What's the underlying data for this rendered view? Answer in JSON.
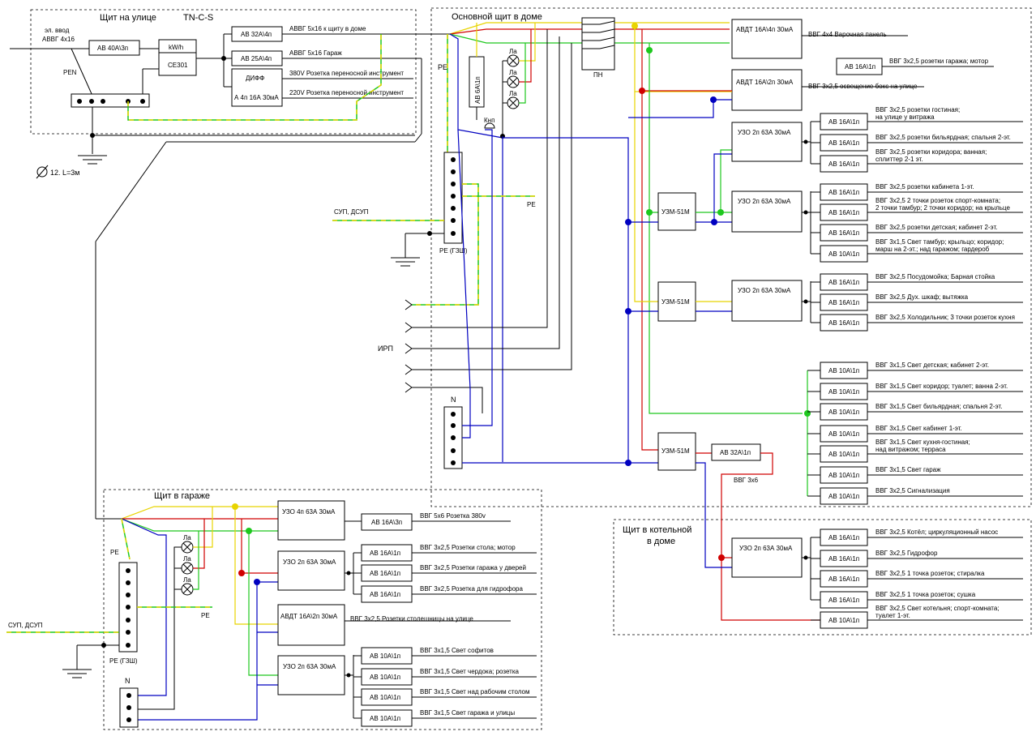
{
  "zones": {
    "street": "Щит на улице",
    "street_system": "TN-C-S",
    "house": "Основной щит в доме",
    "garage": "Щит в гараже",
    "boiler_line1": "Щит в котельной",
    "boiler_line2": "в доме"
  },
  "street": {
    "input_line1": "эл. ввод",
    "input_line2": "АВВГ 4x16",
    "pen": "PEN",
    "main_breaker": "АВ 40А\\3п",
    "meter_unit": "kW/h",
    "meter_model": "CE301",
    "breakers": [
      {
        "label": "АВ 32А\\4п",
        "line": "АВВГ 5x16 к щиту в доме"
      },
      {
        "label": "АВ 25А\\4п",
        "line": "АВВГ 5x16 Гараж"
      }
    ],
    "diff_title": "ДИФФ",
    "diff_label": "А 4п 16А 30мА",
    "diff_lines": [
      "380V Розетка переносной инструмент",
      "220V Розетка переносной инструмент"
    ],
    "ground": "12. L=3м"
  },
  "house": {
    "pe_label": "PE",
    "pn": "ПН",
    "av6": "АВ 6А\\1п",
    "kn": "Кнп",
    "lamp": "Ла",
    "gzsh": "PE (ГЗШ)",
    "sup": "СУП, ДСУП",
    "pe_right": "PE",
    "irp": "ИРП",
    "n_label": "N",
    "avdt1_label": "АВДТ 16А\\4п 30мА",
    "avdt1_line": "ВВГ 4x4 Варочная панель",
    "avdt2_label": "АВДТ 16А\\2п 30мА",
    "avdt2_line": "ВВГ 3x2,5 освещение бокс на улице",
    "garage_av": "АВ 16А\\1п",
    "garage_av_line": "ВВГ 3x2,5 розетки гаража; мотор",
    "uzm": "УЗМ-51М",
    "rcd1": "УЗО 2п 63А 30мА",
    "rcd1_rows": [
      {
        "av": "АВ 16А\\1п",
        "l1": "ВВГ 3x2,5 розетки гостиная;",
        "l2": "на улице у витража"
      },
      {
        "av": "АВ 16А\\1п",
        "l1": "ВВГ 3x2,5 розетки бильярдная; спальня 2-эт.",
        "l2": ""
      },
      {
        "av": "АВ 16А\\1п",
        "l1": "ВВГ 3x2,5 розетки коридора; ванная;",
        "l2": "сплиттер 2-1 эт."
      }
    ],
    "rcd2": "УЗО 2п 63А 30мА",
    "rcd2_rows": [
      {
        "av": "АВ 16А\\1п",
        "l1": "ВВГ 3x2,5 розетки кабинета 1-эт.",
        "l2": ""
      },
      {
        "av": "АВ 16А\\1п",
        "l1": "ВВГ 3x2,5 2 точки розеток спорт-комната;",
        "l2": "2 точки тамбур; 2 точки коридор; на крыльце"
      },
      {
        "av": "АВ 16А\\1п",
        "l1": "ВВГ 3x2,5 розетки детская; кабинет 2-эт.",
        "l2": ""
      },
      {
        "av": "АВ 10А\\1п",
        "l1": "ВВГ 3x1,5 Свет тамбур; крыльцо; коридор;",
        "l2": "марш на 2-эт.; над гаражом; гардероб"
      }
    ],
    "rcd3": "УЗО 2п 63А 30мА",
    "rcd3_rows": [
      {
        "av": "АВ 16А\\1п",
        "l1": "ВВГ 3x2,5 Посудомойка; Барная стойка",
        "l2": ""
      },
      {
        "av": "АВ 16А\\1п",
        "l1": "ВВГ 3x2,5 Дух. шкаф; вытяжка",
        "l2": ""
      },
      {
        "av": "АВ 16А\\1п",
        "l1": "ВВГ 3x2,5 Холодильник; 3 точки розеток кухня",
        "l2": ""
      }
    ],
    "lights": [
      {
        "av": "АВ 10А\\1п",
        "l1": "ВВГ 3x1,5 Свет детская; кабинет 2-эт.",
        "l2": ""
      },
      {
        "av": "АВ 10А\\1п",
        "l1": "ВВГ 3x1,5 Свет коридор; туалет; ванна 2-эт.",
        "l2": ""
      },
      {
        "av": "АВ 10А\\1п",
        "l1": "ВВГ 3x1,5 Свет бильярдная; спальня 2-эт.",
        "l2": ""
      },
      {
        "av": "АВ 10А\\1п",
        "l1": "ВВГ 3x1,5 Свет кабинет 1-эт.",
        "l2": ""
      },
      {
        "av": "АВ 10А\\1п",
        "l1": "ВВГ 3x1,5 Свет кухня-гостиная;",
        "l2": "над витражом; терраса"
      },
      {
        "av": "АВ 10А\\1п",
        "l1": "ВВГ 3x1,5 Свет гараж",
        "l2": ""
      },
      {
        "av": "АВ 10А\\1п",
        "l1": "ВВГ 3x2,5 Сигнализация",
        "l2": ""
      }
    ],
    "av32": "АВ 32А\\1п",
    "vvg36": "ВВГ 3x6"
  },
  "boiler": {
    "rcd": "УЗО 2п 63А 30мА",
    "rows": [
      {
        "av": "АВ 16А\\1п",
        "l1": "ВВГ 3x2,5 Котёл; циркуляционный насос",
        "l2": ""
      },
      {
        "av": "АВ 16А\\1п",
        "l1": "ВВГ 3x2,5 Гидрофор",
        "l2": ""
      },
      {
        "av": "АВ 16А\\1п",
        "l1": "ВВГ 3x2,5 1 точка розеток; стиралка",
        "l2": ""
      },
      {
        "av": "АВ 16А\\1п",
        "l1": "ВВГ 3x2,5 1 точка розеток; сушка",
        "l2": ""
      },
      {
        "av": "АВ 10А\\1п",
        "l1": "ВВГ 3x2,5 Свет котельня; спорт-комната;",
        "l2": "туалет 1-эт."
      }
    ]
  },
  "garage": {
    "pe_label": "PE",
    "pe_right": "PE",
    "gzsh": "PE (ГЗШ)",
    "sup": "СУП, ДСУП",
    "n_label": "N",
    "lamp": "Ла",
    "rcd4": "УЗО 4п 63А 30мА",
    "rcd4_av": "АВ 16А\\3п",
    "rcd4_line": "ВВГ 5x6 Розетка 380v",
    "rcd5": "УЗО 2п 63А 30мА",
    "rcd5_rows": [
      {
        "av": "АВ 16А\\1п",
        "l1": "ВВГ 3x2,5 Розетки стола; мотор"
      },
      {
        "av": "АВ 16А\\1п",
        "l1": "ВВГ 3x2,5 Розетки гаража у дверей"
      },
      {
        "av": "АВ 16А\\1п",
        "l1": "ВВГ 3x2,5 Розетка для гидрофора"
      }
    ],
    "avdt": "АВДТ 16А\\2п 30мА",
    "avdt_line": "ВВГ 3x2,5 Розетки столешницы на улице",
    "rcd6": "УЗО 2п 63А 30мА",
    "rcd6_rows": [
      {
        "av": "АВ 10А\\1п",
        "l1": "ВВГ 3x1,5 Свет софитов"
      },
      {
        "av": "АВ 10А\\1п",
        "l1": "ВВГ 3x1,5 Свет чердока; розетка"
      },
      {
        "av": "АВ 10А\\1п",
        "l1": "ВВГ 3x1,5 Свет над рабочим столом"
      },
      {
        "av": "АВ 10А\\1п",
        "l1": "ВВГ 3x1,5 Свет гаража и улицы"
      }
    ]
  },
  "colors": {
    "phase_yellow": "#e8d400",
    "phase_red": "#d00000",
    "phase_green": "#1ec81e",
    "neutral_blue": "#0000c0",
    "conductor_black": "#000000"
  }
}
